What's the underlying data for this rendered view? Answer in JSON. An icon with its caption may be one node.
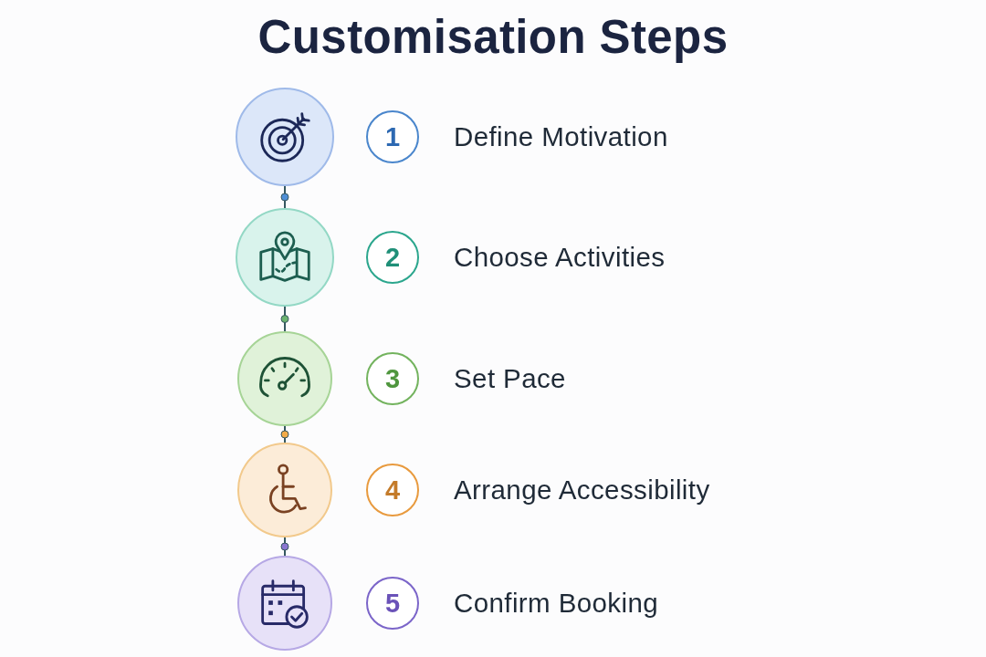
{
  "diagram": {
    "title": "Customisation Steps",
    "nodes": [
      {
        "text": [],
        "shape": "circle"
      },
      {
        "text": [
          "1"
        ],
        "beside": [
          "Define Motivation"
        ]
      },
      {
        "text": [],
        "shape": "circle"
      },
      {
        "text": [
          "2"
        ],
        "beside": [
          "Choose Activities"
        ]
      },
      {
        "text": [],
        "shape": "circle"
      },
      {
        "text": [
          "3"
        ],
        "beside": [
          "Set Pace"
        ]
      },
      {
        "text": [],
        "shape": "circle"
      },
      {
        "text": [
          "4"
        ],
        "beside": [
          "Arrange Accessibility"
        ]
      },
      {
        "text": [],
        "shape": "circle"
      },
      {
        "text": [
          "5"
        ],
        "beside": [
          "Confirm Booking"
        ]
      }
    ],
    "edges": [
      {
        "from": 0,
        "to": 2,
        "arrow": "none"
      },
      {
        "from": 2,
        "to": 4,
        "arrow": "none"
      },
      {
        "from": 4,
        "to": 6,
        "arrow": "none"
      },
      {
        "from": 6,
        "to": 8,
        "arrow": "none"
      }
    ]
  }
}
